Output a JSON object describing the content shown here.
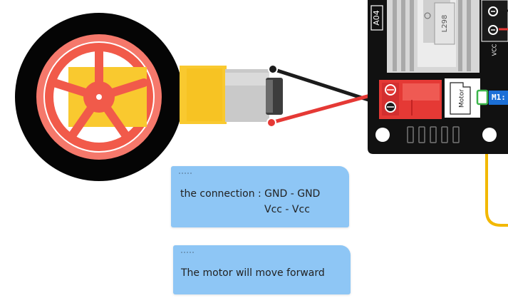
{
  "board": {
    "chip_label": "L298",
    "port_label": "A04",
    "vcc_label": "VCC",
    "motor_label": "Motor",
    "pin_label": "M1:"
  },
  "notes": [
    {
      "line1": "the connection : GND - GND",
      "line2": "Vcc - Vcc"
    },
    {
      "line1": "The motor will move forward"
    }
  ],
  "colors": {
    "wheel_red": "#f15a4a",
    "motor_yellow": "#f9c92f",
    "board_black": "#111111",
    "note_blue": "#8ec6f5",
    "wire_red": "#e53935",
    "wire_black": "#1b1b1b",
    "wire_yellow": "#f2b800",
    "pin_blue": "#1c6fd6"
  }
}
